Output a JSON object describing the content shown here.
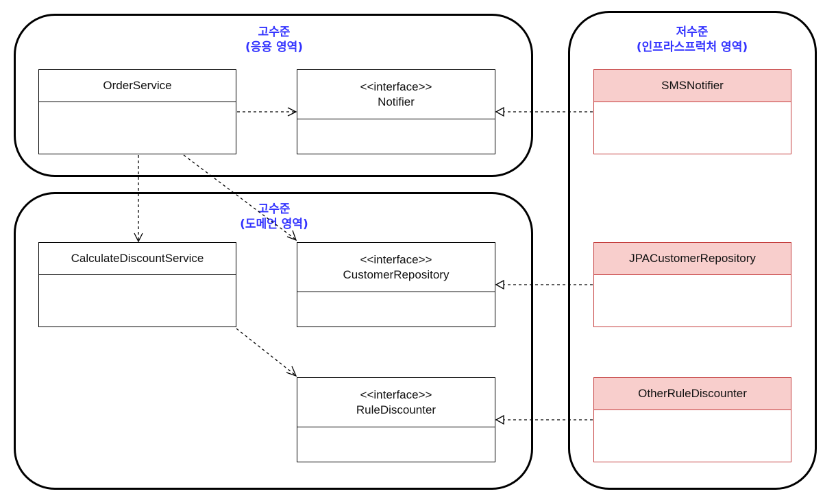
{
  "regions": {
    "application": {
      "title_line1": "고수준",
      "title_line2": "(응용 영역)"
    },
    "domain": {
      "title_line1": "고수준",
      "title_line2": "(도메언 영역)"
    },
    "infrastructure": {
      "title_line1": "저수준",
      "title_line2": "(인프라스프럭처 영역)"
    }
  },
  "classes": {
    "order_service": {
      "name": "OrderService"
    },
    "notifier": {
      "stereotype": "<<interface>>",
      "name": "Notifier"
    },
    "calculate_discount_service": {
      "name": "CalculateDiscountService"
    },
    "customer_repository": {
      "stereotype": "<<interface>>",
      "name": "CustomerRepository"
    },
    "rule_discounter": {
      "stereotype": "<<interface>>",
      "name": "RuleDiscounter"
    },
    "sms_notifier": {
      "name": "SMSNotifier"
    },
    "jpa_customer_repository": {
      "name": "JPACustomerRepository"
    },
    "other_rule_discounter": {
      "name": "OtherRuleDiscounter"
    }
  },
  "colors": {
    "region_title": "#3333ff",
    "low_level_fill": "#f8cecc",
    "low_level_border": "#c43c3c"
  }
}
